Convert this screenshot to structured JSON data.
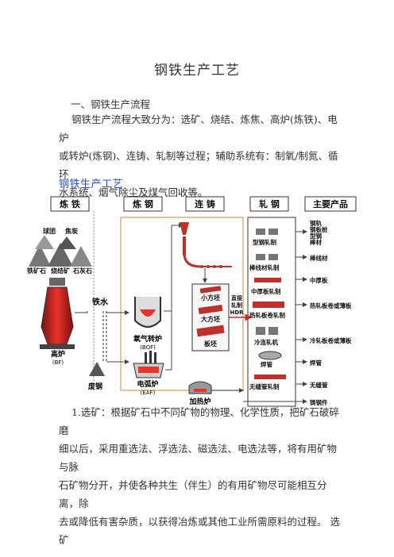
{
  "title": "钢铁生产工艺",
  "section1_heading": "一、钢铁生产流程",
  "intro_lines": [
    "钢铁生产流程大致分为：选矿、烧结、炼焦、高炉(炼铁)、电炉",
    "或转炉(炼钢)、连铸、轧制等过程；辅助系统有：制氧/制氮、循环",
    "水系统、烟气除尘及煤气回收等。"
  ],
  "figure_heading": "钢铁生产工艺",
  "diagram": {
    "stage_headers": [
      "炼 铁",
      "炼 钢",
      "连 铸",
      "轧 钢",
      "主要产品"
    ],
    "raw_materials": [
      "球团",
      "焦炭",
      "铁矿石",
      "烧结矿",
      "石灰石"
    ],
    "iron_water": "铁水",
    "blast_furnace": [
      "高炉",
      "(BF)"
    ],
    "scrap": "废钢",
    "bof": [
      "氧气转炉",
      "(BOF)"
    ],
    "eaf": [
      "电弧炉",
      "(EAF)"
    ],
    "billets": [
      "小方坯",
      "大方坯",
      "板坯"
    ],
    "hdr": [
      "直接",
      "轧制",
      "HDR"
    ],
    "reheat": "加热炉",
    "mills": [
      "型钢轧制",
      "棒线材轧制",
      "中厚板轧制",
      "热轧板卷轧制",
      "冷连轧机",
      "焊管",
      "无缝管轧制"
    ],
    "products_top": [
      "钢轨",
      "钢板桩",
      "型钢",
      "棒材"
    ],
    "products": [
      "棒线材",
      "中厚板",
      "热轧板卷或薄板",
      "冷轧板卷或薄板",
      "焊管",
      "无缝管",
      "铸钢件"
    ]
  },
  "step1_lines": [
    "1.选矿：根据矿石中不同矿物的物理、化学性质，把矿石破碎磨",
    "细以后，采用重选法、浮选法、磁选法、电选法等，将有用矿物与脉",
    "石矿物分开，并使各种共生（伴生）的有用矿物尽可能相互分离，除",
    "去或降低有害杂质，以获得冶炼或其他工业所需原料的过程。 选矿"
  ]
}
